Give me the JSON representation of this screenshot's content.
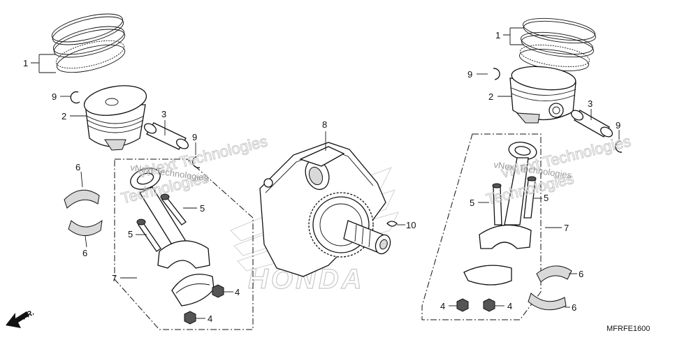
{
  "callouts": {
    "piston_rings_left": "1",
    "piston_left": "2",
    "piston_pin_left": "3",
    "clip_left_a": "9",
    "clip_left_b": "9",
    "bearing_left_upper": "6",
    "bearing_left_lower": "6",
    "rod_bolt_left_upper": "5",
    "rod_bolt_left_lower": "5",
    "rod_assembly_left": "7",
    "rod_nut_left_upper": "4",
    "rod_nut_left_lower": "4",
    "crankshaft": "8",
    "woodruff_key": "10",
    "piston_rings_right": "1",
    "clip_right_a": "9",
    "piston_right": "2",
    "piston_pin_right": "3",
    "clip_right_b": "9",
    "rod_bolt_right_left": "5",
    "rod_bolt_right_right": "5",
    "rod_assembly_right": "7",
    "bearing_right_upper": "6",
    "bearing_right_lower": "6",
    "rod_nut_right_left": "4",
    "rod_nut_right_right": "4"
  },
  "watermark": {
    "line1": "vNext Technologies",
    "line2": "Technologies",
    "small": "vNext Technologies"
  },
  "brand_watermark": "HONDA",
  "diagram_code": "MFRFE1600",
  "direction_label": "FR.",
  "colors": {
    "ink": "#111111",
    "watermark": "#c8c8c8",
    "background": "#ffffff"
  }
}
